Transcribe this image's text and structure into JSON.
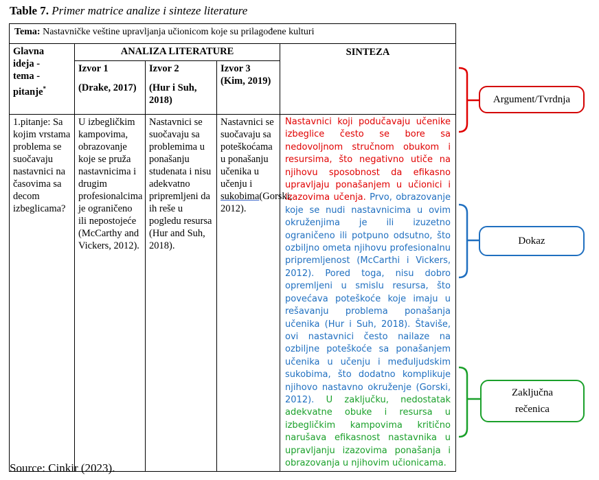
{
  "caption": {
    "table_no": "Table 7.",
    "title": "Primer matrice analize i sinteze literature"
  },
  "tema": {
    "label": "Tema:",
    "text": "Nastavničke veštine upravljanja učionicom koje su prilagođene kulturi"
  },
  "header": {
    "main_idea": [
      "Glavna",
      "ideja -",
      "tema -",
      "pitanje"
    ],
    "main_idea_sup": "*",
    "analysis": "ANALIZA LITERATURE",
    "synthesis": "SINTEZA"
  },
  "sources": [
    {
      "label": "Izvor 1",
      "ref": "(Drake, 2017)"
    },
    {
      "label": "Izvor 2",
      "ref": "(Hur i Suh, 2018)"
    },
    {
      "label": "Izvor 3",
      "ref": "(Kim, 2019)"
    }
  ],
  "question": "1.pitanje: Sa kojim vrstama problema se suočavaju nastavnici na časovima sa decom izbeglicama?",
  "cells": [
    "U izbegličkim kampovima, obrazovanje koje se pruža nastavnicima i drugim profesionalcima je ograničeno ili nepostojeće (McCarthy and Vickers, 2012).",
    "Nastavnici se suočavaju sa problemima u ponašanju studenata i nisu adekvatno pripremljeni da ih reše u pogledu resursa (Hur and Suh, 2018).",
    {
      "pre": "Nastavnici se suočavaju sa poteškoćama u ponašanju učenika u učenju i ",
      "ul": "sukobima",
      "post": "(Gorski, 2012)."
    }
  ],
  "synthesis": {
    "argument": "Nastavnici koji podučavaju učenike izbeglice često se bore sa nedovoljnom stručnom obukom i resursima, što negativno utiče na njihovu sposobnost da efikasno upravljaju ponašanjem u učionici i izazovima učenja.",
    "evidence": "Prvo, obrazovanje koje se nudi nastavnicima u ovim okruženjima je ili izuzetno ograničeno ili potpuno odsutno, što ozbiljno ometa njihovu profesionalnu pripremljenost (McCarthi i Vickers, 2012). Pored toga, nisu dobro opremljeni u smislu resursa, što povećava poteškoće koje imaju u rešavanju problema ponašanja učenika (Hur i Suh, 2018). Štaviše, ovi nastavnici često nailaze na ozbiljne poteškoće sa ponašanjem učenika u učenju i međuljudskim sukobima, što dodatno komplikuje njihovo nastavno okruženje (Gorski, 2012).",
    "conclusion": "U zaključku, nedostatak adekvatne obuke i resursa u izbegličkim kampovima kritično narušava efikasnost nastavnika u upravljanju izazovima ponašanja i obrazovanja u njihovim učionicama."
  },
  "labels": {
    "argument": "Argument/Tvrdnja",
    "evidence": "Dokaz",
    "conclusion_1": "Zaključna",
    "conclusion_2": "rečenica"
  },
  "colors": {
    "argument": "#e00000",
    "evidence": "#1f6fc0",
    "conclusion": "#1aa02a"
  },
  "source_note": "Source: Cinkir (2023)."
}
